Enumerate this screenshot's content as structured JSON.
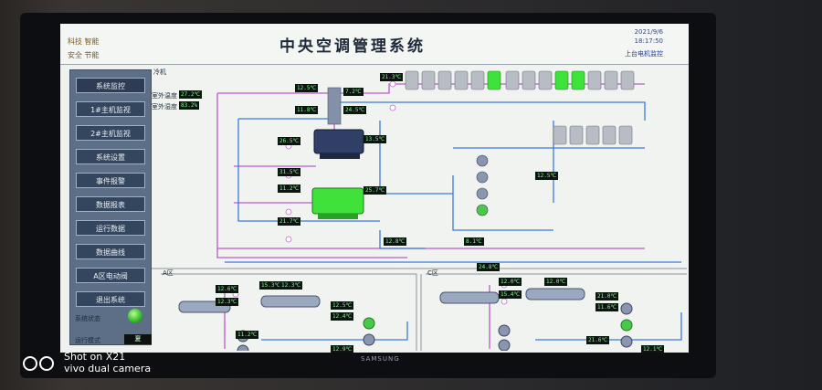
{
  "header": {
    "title": "中央空调管理系统",
    "left_line1": "科技  智能",
    "left_line2": "安全  节能",
    "datetime_date": "2021/9/6",
    "datetime_time": "18:17:50",
    "status_small": "上台电机监控"
  },
  "nav": {
    "items": [
      {
        "label": "系统监控"
      },
      {
        "label": "1#主机监视"
      },
      {
        "label": "2#主机监视"
      },
      {
        "label": "系统设置"
      },
      {
        "label": "事件报警"
      },
      {
        "label": "数据报表"
      },
      {
        "label": "运行数据"
      },
      {
        "label": "数据曲线"
      },
      {
        "label": "A区电动阀"
      },
      {
        "label": "退出系统"
      }
    ],
    "status_label": "系统状态",
    "mode_label": "运行模式",
    "mode_value": "夏"
  },
  "panel": {
    "title": "冷机",
    "outdoor_temp_label": "室外温度",
    "outdoor_humidity_label": "室外湿度",
    "outdoor_temp": "27.2℃",
    "outdoor_humidity": "83.2%",
    "zone_a_label": "A区",
    "zone_c_label": "C区",
    "values": [
      "12.5℃",
      "7.2℃",
      "11.8℃",
      "24.5℃",
      "21.3℃",
      "26.5℃",
      "13.5℃",
      "31.5℃",
      "11.2℃",
      "25.7℃",
      "21.7℃",
      "12.5℃",
      "8.1℃",
      "12.8℃",
      "12.6℃",
      "12.3℃",
      "15.3℃",
      "12.3℃",
      "12.5℃",
      "12.4℃",
      "11.2℃",
      "12.9℃",
      "12.0℃",
      "15.4℃",
      "12.0℃",
      "21.0℃",
      "11.6℃",
      "21.6℃",
      "12.1℃",
      "24.8℃"
    ]
  },
  "colors": {
    "nav_bg": "#5d6f86",
    "value_fg": "#7eff8c",
    "pipe_blue": "#3c7bd6",
    "pipe_purple": "#b85cc8",
    "running_green": "#3ee23a"
  },
  "bezel_brand": "SAMSUNG",
  "watermark": {
    "line1": "Shot on X21",
    "line2": "vivo dual camera"
  }
}
